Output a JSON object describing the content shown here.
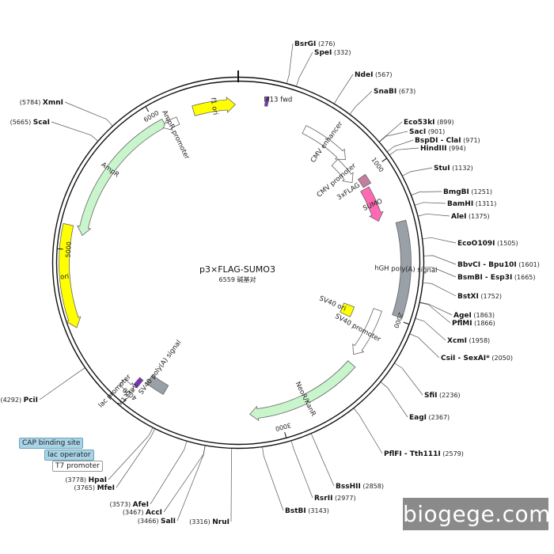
{
  "plasmid": {
    "name": "p3×FLAG-SUMO3",
    "length_label": "6559 碱基对",
    "total_bp": 6559
  },
  "sites": [
    {
      "name": "BsrGI",
      "pos": "(276)",
      "bp": 276
    },
    {
      "name": "SpeI",
      "pos": "(332)",
      "bp": 332
    },
    {
      "name": "NdeI",
      "pos": "(567)",
      "bp": 567
    },
    {
      "name": "SnaBI",
      "pos": "(673)",
      "bp": 673
    },
    {
      "name": "Eco53kI",
      "pos": "(899)",
      "bp": 899
    },
    {
      "name": "SacI",
      "pos": "(901)",
      "bp": 901
    },
    {
      "name": "BspDI - ClaI",
      "pos": "(971)",
      "bp": 971
    },
    {
      "name": "HindIII",
      "pos": "(994)",
      "bp": 994
    },
    {
      "name": "StuI",
      "pos": "(1132)",
      "bp": 1132
    },
    {
      "name": "BmgBI",
      "pos": "(1251)",
      "bp": 1251
    },
    {
      "name": "BamHI",
      "pos": "(1311)",
      "bp": 1311
    },
    {
      "name": "AleI",
      "pos": "(1375)",
      "bp": 1375
    },
    {
      "name": "EcoO109I",
      "pos": "(1505)",
      "bp": 1505
    },
    {
      "name": "BbvCI - Bpu10I",
      "pos": "(1601)",
      "bp": 1601
    },
    {
      "name": "BsmBI - Esp3I",
      "pos": "(1665)",
      "bp": 1665
    },
    {
      "name": "BstXI",
      "pos": "(1752)",
      "bp": 1752
    },
    {
      "name": "AgeI",
      "pos": "(1863)",
      "bp": 1863
    },
    {
      "name": "PflMI",
      "pos": "(1866)",
      "bp": 1866
    },
    {
      "name": "XcmI",
      "pos": "(1958)",
      "bp": 1958
    },
    {
      "name": "CsiI - SexAI*",
      "pos": "(2050)",
      "bp": 2050
    },
    {
      "name": "SfiI",
      "pos": "(2236)",
      "bp": 2236
    },
    {
      "name": "EagI",
      "pos": "(2367)",
      "bp": 2367
    },
    {
      "name": "PflFI - Tth111I",
      "pos": "(2579)",
      "bp": 2579
    },
    {
      "name": "BssHII",
      "pos": "(2858)",
      "bp": 2858
    },
    {
      "name": "RsrII",
      "pos": "(2977)",
      "bp": 2977
    },
    {
      "name": "BstBI",
      "pos": "(3143)",
      "bp": 3143
    },
    {
      "name": "NruI",
      "pos": "(3316)",
      "bp": 3316
    },
    {
      "name": "SalI",
      "pos": "(3466)",
      "bp": 3466
    },
    {
      "name": "AccI",
      "pos": "(3467)",
      "bp": 3467
    },
    {
      "name": "AfeI",
      "pos": "(3573)",
      "bp": 3573
    },
    {
      "name": "MfeI",
      "pos": "(3765)",
      "bp": 3765
    },
    {
      "name": "HpaI",
      "pos": "(3778)",
      "bp": 3778
    },
    {
      "name": "PciI",
      "pos": "(4292)",
      "bp": 4292
    },
    {
      "name": "ScaI",
      "pos": "(5665)",
      "bp": 5665
    },
    {
      "name": "XmnI",
      "pos": "(5784)",
      "bp": 5784
    }
  ],
  "features": [
    {
      "name": "f1 ori",
      "color": "#ffff00"
    },
    {
      "name": "M13 fwd",
      "color": "#7f2fbf"
    },
    {
      "name": "CMV enhancer",
      "color": "#ffffff"
    },
    {
      "name": "CMV promoter",
      "color": "#ffffff"
    },
    {
      "name": "3xFLAG",
      "color": "#c37fa0"
    },
    {
      "name": "SUMO",
      "color": "#ff69b4"
    },
    {
      "name": "hGH poly(A) signal",
      "color": "#9aa0a8"
    },
    {
      "name": "SV40 ori",
      "color": "#ffff00"
    },
    {
      "name": "SV40 promoter",
      "color": "#ffffff"
    },
    {
      "name": "NeoR/KanR",
      "color": "#c9f5cc"
    },
    {
      "name": "SV40 poly(A) signal",
      "color": "#9aa0a8"
    },
    {
      "name": "M13 rev",
      "color": "#7f2fbf"
    },
    {
      "name": "lac promoter",
      "color": "#ffffff"
    },
    {
      "name": "ori",
      "color": "#ffff00"
    },
    {
      "name": "AmpR",
      "color": "#c9f5cc"
    },
    {
      "name": "AmpR promoter",
      "color": "#ffffff"
    }
  ],
  "ticks": [
    "1000",
    "2000",
    "3000",
    "4000",
    "5000",
    "6000"
  ],
  "tags": [
    "CAP binding site",
    "lac operator",
    "T7 promoter"
  ],
  "watermark": "biogege.com"
}
